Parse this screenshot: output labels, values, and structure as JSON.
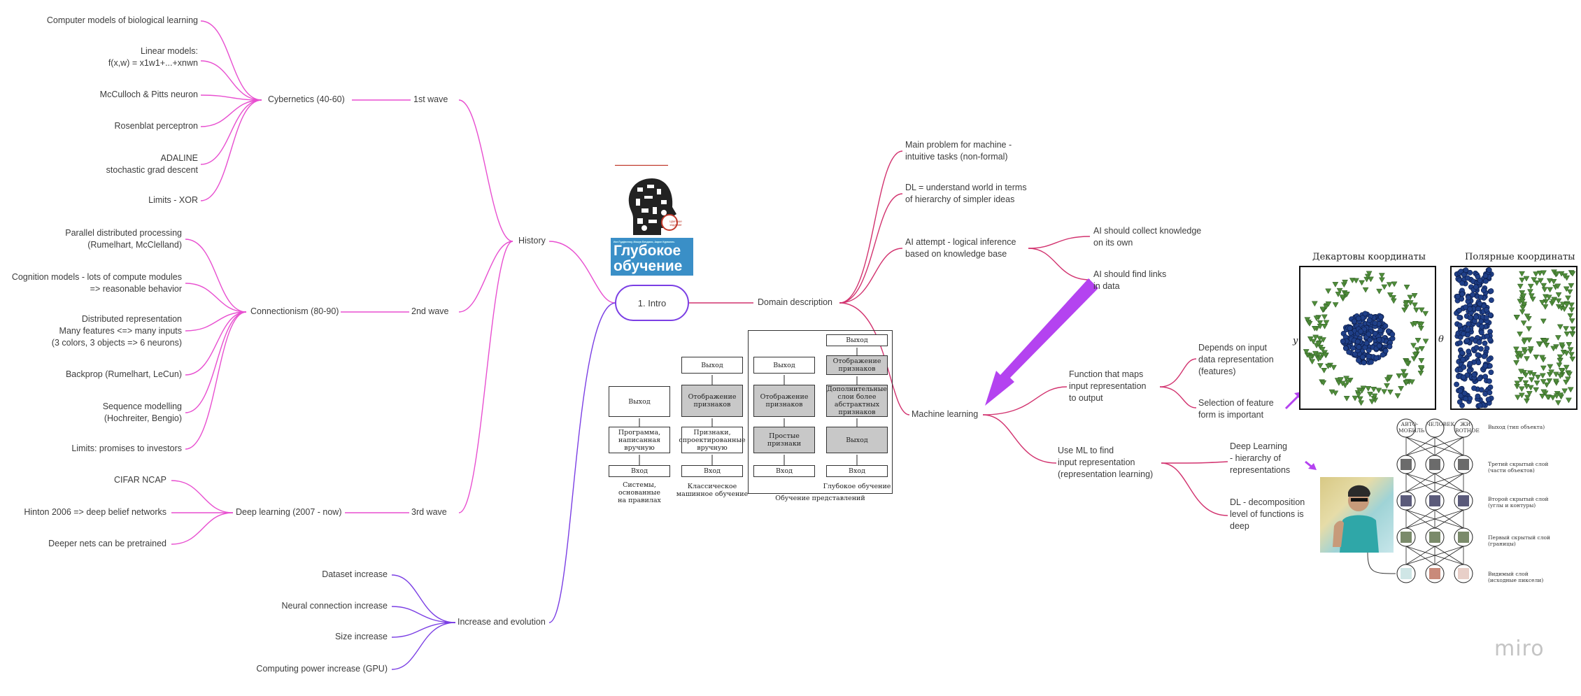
{
  "colors": {
    "pink": "#e84fd0",
    "purple": "#7b3fe4",
    "crimson": "#d2336f",
    "green": "#4f8b3a",
    "navy": "#1f3f88"
  },
  "root": {
    "label": "1. Intro"
  },
  "history": {
    "label": "History",
    "waves": [
      {
        "label": "1st wave",
        "topic": "Cybernetics (40-60)",
        "items": [
          "Computer models of biological learning",
          "Linear models:\nf(x,w) = x1w1+...+xnwn",
          "McCulloch & Pitts neuron",
          "Rosenblat perceptron",
          "ADALINE\nstochastic grad descent",
          "Limits - XOR"
        ]
      },
      {
        "label": "2nd wave",
        "topic": "Connectionism (80-90)",
        "items": [
          "Parallel distributed processing\n(Rumelhart, McClelland)",
          "Cognition models - lots of compute modules\n=> reasonable behavior",
          "Distributed representation\nMany features <=> many inputs\n(3 colors, 3 objects => 6 neurons)",
          "Backprop (Rumelhart, LeCun)",
          "Sequence modelling\n(Hochreiter, Bengio)",
          "Limits: promises to investors"
        ]
      },
      {
        "label": "3rd wave",
        "topic": "Deep learning (2007 - now)",
        "items": [
          "CIFAR NCAP",
          "Hinton 2006 => deep belief networks",
          "Deeper nets can be pretrained"
        ]
      }
    ]
  },
  "evolution": {
    "label": "Increase and evolution",
    "items": [
      "Dataset increase",
      "Neural connection increase",
      "Size increase",
      "Computing power increase (GPU)"
    ]
  },
  "domain": {
    "label": "Domain description",
    "items": [
      "Main problem for machine -\nintuitive tasks (non-formal)",
      "DL = understand world in terms\nof hierarchy of simpler ideas",
      "AI attempt - logical inference\nbased on knowledge base"
    ],
    "ai_sub": [
      "AI should collect knowledge\non its own",
      "AI should find links\nin data"
    ]
  },
  "ml": {
    "label": "Machine learning",
    "func": "Function that maps\ninput representation\nto output",
    "func_sub": [
      "Depends on input\ndata representation\n(features)",
      "Selection of feature\nform is important"
    ],
    "use": "Use ML to find\ninput representation\n(representation learning)",
    "use_sub": [
      "Deep Learning\n- hierarchy of\nrepresentations",
      "DL - decomposition\nlevel of functions is\ndeep"
    ]
  },
  "book": {
    "title": "Глубокое\nобучение",
    "subtitle": "Иэн Гудфеллоу, Иошуа Бенджио, Аарон Курвилль",
    "badge": "Цветное\nиздание"
  },
  "fig_approaches": {
    "columns": [
      {
        "caption": "Системы,\nоснованные\nна правилах",
        "boxes": [
          "Вход",
          "Программа,\nнаписанная\nвручную",
          "Выход"
        ]
      },
      {
        "caption": "Классическое\nмашинное обучение",
        "boxes": [
          "Вход",
          "Признаки,\nспроектированные\nвручную",
          "Отображение\nпризнаков",
          "Выход"
        ]
      },
      {
        "caption": "",
        "boxes": [
          "Вход",
          "Простые\nпризнаки",
          "Отображение\nпризнаков",
          "Выход"
        ]
      },
      {
        "caption": "Глубокое обучение",
        "boxes": [
          "Вход",
          "Выход",
          "Дополнительные\nслои более\nабстрактных\nпризнаков",
          "Отображение\nпризнаков",
          "Выход"
        ]
      }
    ],
    "group_caption": "Обучение представлений"
  },
  "fig_coords": {
    "left_title": "Декартовы координаты",
    "right_title": "Полярные координаты",
    "left_axis": "y",
    "right_axis": "θ"
  },
  "fig_nn": {
    "top_labels": [
      "АВТО-\nМОБИЛЬ",
      "ЧЕЛОВЕК",
      "ЖИ-\nВОТНОЕ"
    ],
    "layer_labels": [
      "Выход (тип объекта)",
      "Третий скрытый слой\n(части объектов)",
      "Второй скрытый слой\n(углы и контуры)",
      "Первый скрытый слой\n(границы)",
      "Видимый слой\n(исходные пиксели)"
    ]
  },
  "watermark": "miro"
}
